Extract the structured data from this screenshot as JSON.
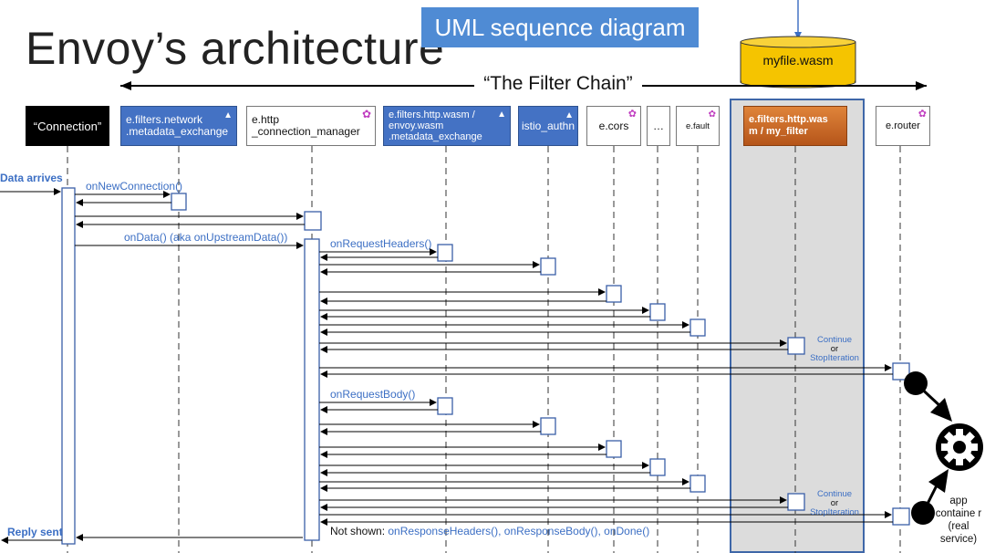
{
  "title": "Envoy’s architecture",
  "banner": "UML sequence diagram",
  "chain_label": "“The Filter Chain”",
  "wasm_file": "myfile.wasm",
  "participants": [
    {
      "id": "connection",
      "label": "“Connection”",
      "style": "black"
    },
    {
      "id": "network",
      "label": "e.filters.network\n.metadata_exchange",
      "style": "blue"
    },
    {
      "id": "hcm",
      "label": "e.http\n_connection_manager",
      "style": "white"
    },
    {
      "id": "wasm-exchange",
      "label": "e.filters.http.wasm /\nenvoy.wasm\n.metadata_exchange",
      "style": "blue"
    },
    {
      "id": "authn",
      "label": "istio_authn",
      "style": "blue"
    },
    {
      "id": "cors",
      "label": "e.cors",
      "style": "white"
    },
    {
      "id": "dots",
      "label": "…",
      "style": "white"
    },
    {
      "id": "fault",
      "label": "e.fault",
      "style": "white"
    },
    {
      "id": "my-filter",
      "label": "e.filters.http.was\nm / my_filter",
      "style": "orange"
    },
    {
      "id": "router",
      "label": "e.router",
      "style": "white"
    }
  ],
  "messages": {
    "new_connection": "onNewConnection()",
    "on_data": "onData() (aka onUpstreamData())",
    "request_headers": "onRequestHeaders()",
    "request_body": "onRequestBody()"
  },
  "side_labels": {
    "data_arrives": "Data arrives",
    "reply_sent": "Reply sent"
  },
  "continue_text": {
    "line1": "Continue",
    "line2": "or",
    "line3": "StopIteration"
  },
  "not_shown": {
    "prefix": "Not shown: ",
    "calls": "onResponseHeaders(), onResponseBody(), onDone()"
  },
  "app_label": "app containe r (real service)",
  "colors": {
    "accent_blue": "#4472c4",
    "label_blue": "#3c6fc4",
    "cylinder": "#f5c400",
    "region": "#dcdcdc"
  }
}
